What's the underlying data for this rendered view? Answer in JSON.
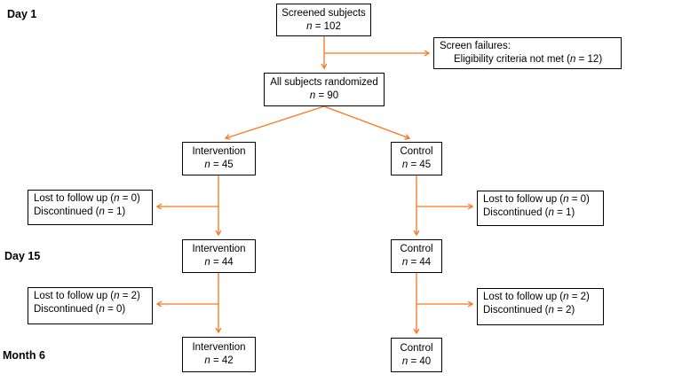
{
  "diagram_type": "clinical-trial-flow",
  "colors": {
    "arrow": "#F8771B",
    "box_border": "#000000",
    "text": "#000000",
    "background": "#ffffff"
  },
  "timeline": {
    "day1": "Day 1",
    "day15": "Day 15",
    "month6": "Month 6"
  },
  "boxes": {
    "screened": {
      "title": "Screened subjects",
      "n": "n",
      "n_rest": " = 102"
    },
    "screen_failures": {
      "line1": "Screen failures:",
      "line2_pre": "Eligibility criteria not met (",
      "n": "n",
      "n_rest": " = 12)"
    },
    "randomized": {
      "title": "All subjects randomized",
      "n": "n",
      "n_rest": " = 90"
    },
    "intervention_day1": {
      "title": "Intervention",
      "n": "n",
      "n_rest": " = 45"
    },
    "control_day1": {
      "title": "Control",
      "n": "n",
      "n_rest": " = 45"
    },
    "intervention_loss_day1": {
      "line1_pre": "Lost to follow up (",
      "line1_n": "n",
      "line1_rest": " = 0)",
      "line2_pre": "Discontinued (",
      "line2_n": "n",
      "line2_rest": " = 1)"
    },
    "control_loss_day1": {
      "line1_pre": "Lost to follow up (",
      "line1_n": "n",
      "line1_rest": " = 0)",
      "line2_pre": "Discontinued (",
      "line2_n": "n",
      "line2_rest": " = 1)"
    },
    "intervention_day15": {
      "title": "Intervention",
      "n": "n",
      "n_rest": " = 44"
    },
    "control_day15": {
      "title": "Control",
      "n": "n",
      "n_rest": " = 44"
    },
    "intervention_loss_day15": {
      "line1_pre": "Lost to follow up (",
      "line1_n": "n",
      "line1_rest": " = 2)",
      "line2_pre": "Discontinued (",
      "line2_n": "n",
      "line2_rest": " = 0)"
    },
    "control_loss_day15": {
      "line1_pre": "Lost to follow up (",
      "line1_n": "n",
      "line1_rest": " = 2)",
      "line2_pre": "Discontinued (",
      "line2_n": "n",
      "line2_rest": " = 2)"
    },
    "intervention_month6": {
      "title": "Intervention",
      "n": "n",
      "n_rest": " = 42"
    },
    "control_month6": {
      "title": "Control",
      "n": "n",
      "n_rest": " = 40"
    }
  }
}
